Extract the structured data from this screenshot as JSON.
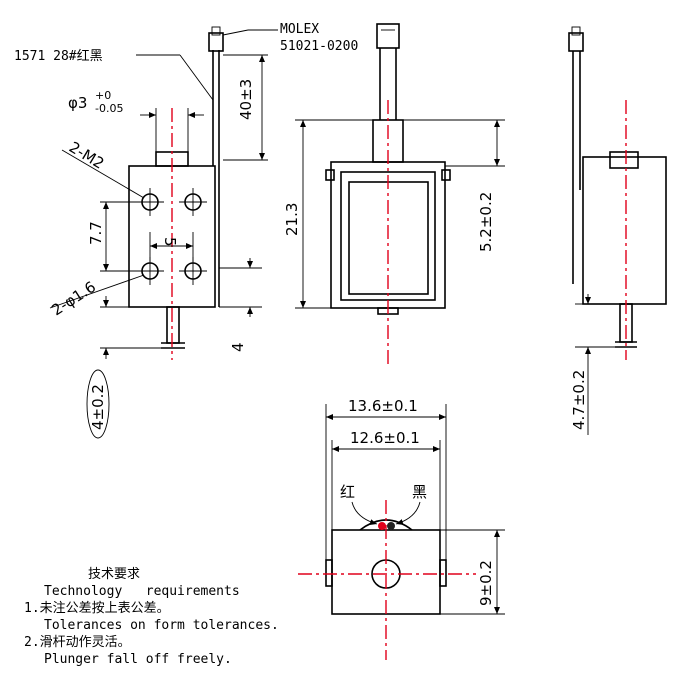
{
  "callouts": {
    "connector_brand": "MOLEX",
    "connector_part": "51021-0200",
    "wire_spec": "1571 28#红黑",
    "red_wire": "红",
    "black_wire": "黑"
  },
  "dimensions": {
    "phi3": "φ3",
    "phi3_tol_upper": "+0",
    "phi3_tol_lower": "-0.05",
    "m2": "2-M2",
    "d77": "7.7",
    "d5": "5",
    "phi16": "2-φ1.6",
    "d40": "40±3",
    "d4": "4",
    "d4tol": "4±0.2",
    "d213": "21.3",
    "d52": "5.2±0.2",
    "d47": "4.7±0.2",
    "d136": "13.6±0.1",
    "d126": "12.6±0.1",
    "d9": "9±0.2"
  },
  "notes": {
    "title": "技术要求",
    "subtitle": "Technology   requirements",
    "item1": "1.未注公差按上表公差。",
    "item1_en": "Tolerances on form tolerances.",
    "item2": "2.滑杆动作灵活。",
    "item2_en": "Plunger fall off freely."
  }
}
